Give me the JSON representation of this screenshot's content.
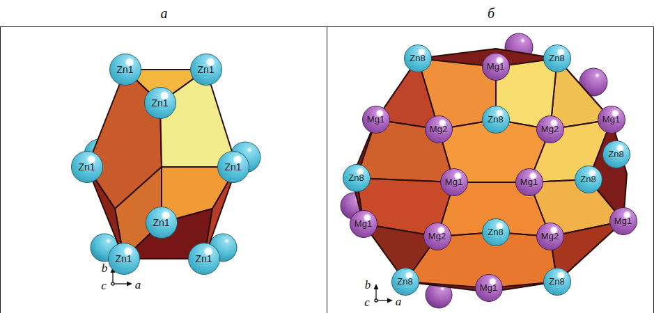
{
  "diagram": {
    "nodes": [
      {
        "text": [
          "а"
        ]
      },
      {
        "text": [
          "Zn1"
        ],
        "in": 0
      },
      {
        "text": [
          "Zn1"
        ],
        "in": 0
      },
      {
        "text": [
          "Zn1"
        ],
        "in": 0
      },
      {
        "text": [
          "Zn1"
        ],
        "in": 0
      },
      {
        "text": [
          "Zn1"
        ],
        "in": 0
      },
      {
        "text": [
          "Zn1"
        ],
        "in": 0
      },
      {
        "text": [
          "Zn1"
        ],
        "in": 0
      },
      {
        "text": [
          "Zn1"
        ],
        "in": 0
      },
      {
        "text": [
          "б"
        ]
      },
      {
        "text": [
          "Zn8"
        ],
        "in": 9
      },
      {
        "text": [
          "Mg1"
        ],
        "in": 9
      },
      {
        "text": [
          "Zn8"
        ],
        "in": 9
      },
      {
        "text": [
          "Mg1"
        ],
        "in": 9
      },
      {
        "text": [
          "Mg2"
        ],
        "in": 9
      },
      {
        "text": [
          "Zn8"
        ],
        "in": 9
      },
      {
        "text": [
          "Mg2"
        ],
        "in": 9
      },
      {
        "text": [
          "Mg1"
        ],
        "in": 9
      },
      {
        "text": [
          "Zn8"
        ],
        "in": 9
      },
      {
        "text": [
          "Zn8"
        ],
        "in": 9
      },
      {
        "text": [
          "Mg1"
        ],
        "in": 9
      },
      {
        "text": [
          "Mg1"
        ],
        "in": 9
      },
      {
        "text": [
          "Zn8"
        ],
        "in": 9
      },
      {
        "text": [
          "Mg1"
        ],
        "in": 9
      },
      {
        "text": [
          "Mg1"
        ],
        "in": 9
      },
      {
        "text": [
          "Mg2"
        ],
        "in": 9
      },
      {
        "text": [
          "Zn8"
        ],
        "in": 9
      },
      {
        "text": [
          "Mg2"
        ],
        "in": 9
      },
      {
        "text": [
          "Zn8"
        ],
        "in": 9
      },
      {
        "text": [
          "Mg1"
        ],
        "in": 9
      },
      {
        "text": [
          "Zn8"
        ],
        "in": 9
      }
    ],
    "labels": [
      "b",
      "c",
      "a",
      "b",
      "c",
      "a"
    ]
  }
}
